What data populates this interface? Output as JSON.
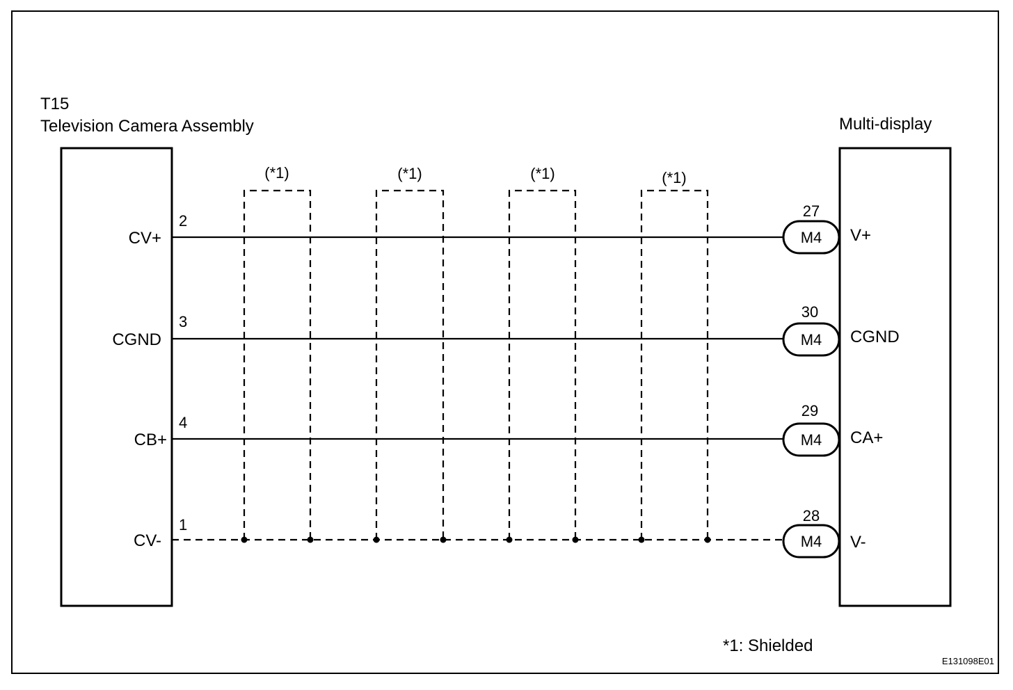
{
  "left_component": {
    "code": "T15",
    "name": "Television Camera Assembly"
  },
  "right_component": {
    "name": "Multi-display"
  },
  "wires": [
    {
      "left_pin_name": "CV+",
      "left_pin_number": "2",
      "connector": "M4",
      "right_pin_number": "27",
      "right_pin_name": "V+",
      "style": "solid"
    },
    {
      "left_pin_name": "CGND",
      "left_pin_number": "3",
      "connector": "M4",
      "right_pin_number": "30",
      "right_pin_name": "CGND",
      "style": "solid"
    },
    {
      "left_pin_name": "CB+",
      "left_pin_number": "4",
      "connector": "M4",
      "right_pin_number": "29",
      "right_pin_name": "CA+",
      "style": "solid"
    },
    {
      "left_pin_name": "CV-",
      "left_pin_number": "1",
      "connector": "M4",
      "right_pin_number": "28",
      "right_pin_name": "V-",
      "style": "dashed"
    }
  ],
  "shields": [
    {
      "label": "(*1)"
    },
    {
      "label": "(*1)"
    },
    {
      "label": "(*1)"
    },
    {
      "label": "(*1)"
    }
  ],
  "footnote": "*1: Shielded",
  "figure_code": "E131098E01",
  "colors": {
    "line": "#000000",
    "background": "#ffffff"
  }
}
